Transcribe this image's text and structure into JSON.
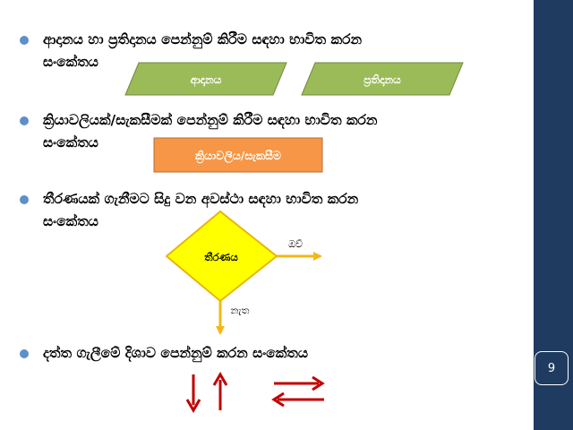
{
  "slide": {
    "page_number": "9",
    "bullets": [
      {
        "line1": "ආදානය හා ප්‍රතිදානය පෙන්නුම් කිරීම සඳහා භාවිත කරන",
        "line2": "සංකේතය"
      },
      {
        "line1": "ක්‍රියාවලියක්/සැකසීමක් පෙන්නුම් කිරීම සඳහා භාවිත කරන",
        "line2": "සංකේතය"
      },
      {
        "line1": "තීරණයක් ගැනීමට සිදු වන අවස්ථා සඳහා භාවිත කරන",
        "line2": "සංකේතය"
      },
      {
        "line1": "දත්ත ගැලීමේ දිශාව පෙන්නුම් කරන සංකේතය",
        "line2": ""
      }
    ],
    "input_shape_label": "ආදානය",
    "output_shape_label": "ප්‍රතිදානය",
    "process_shape_label": "ක්‍රියාවලිය/සැකසීම",
    "decision_label": "තීරණය",
    "yes_label": "ඔව්",
    "no_label": "නැත"
  },
  "colors": {
    "sidebar": "#1f3b60",
    "bullet": "#5d8fc9",
    "parallelogram_fill": "#9bbb59",
    "parallelogram_stroke": "#71893f",
    "process_fill": "#f79646",
    "process_stroke": "#b66d31",
    "decision_fill": "#ffff00",
    "decision_stroke": "#e6b70a",
    "decision_arrow": "#f5b716",
    "flow_arrow": "#c00000"
  }
}
